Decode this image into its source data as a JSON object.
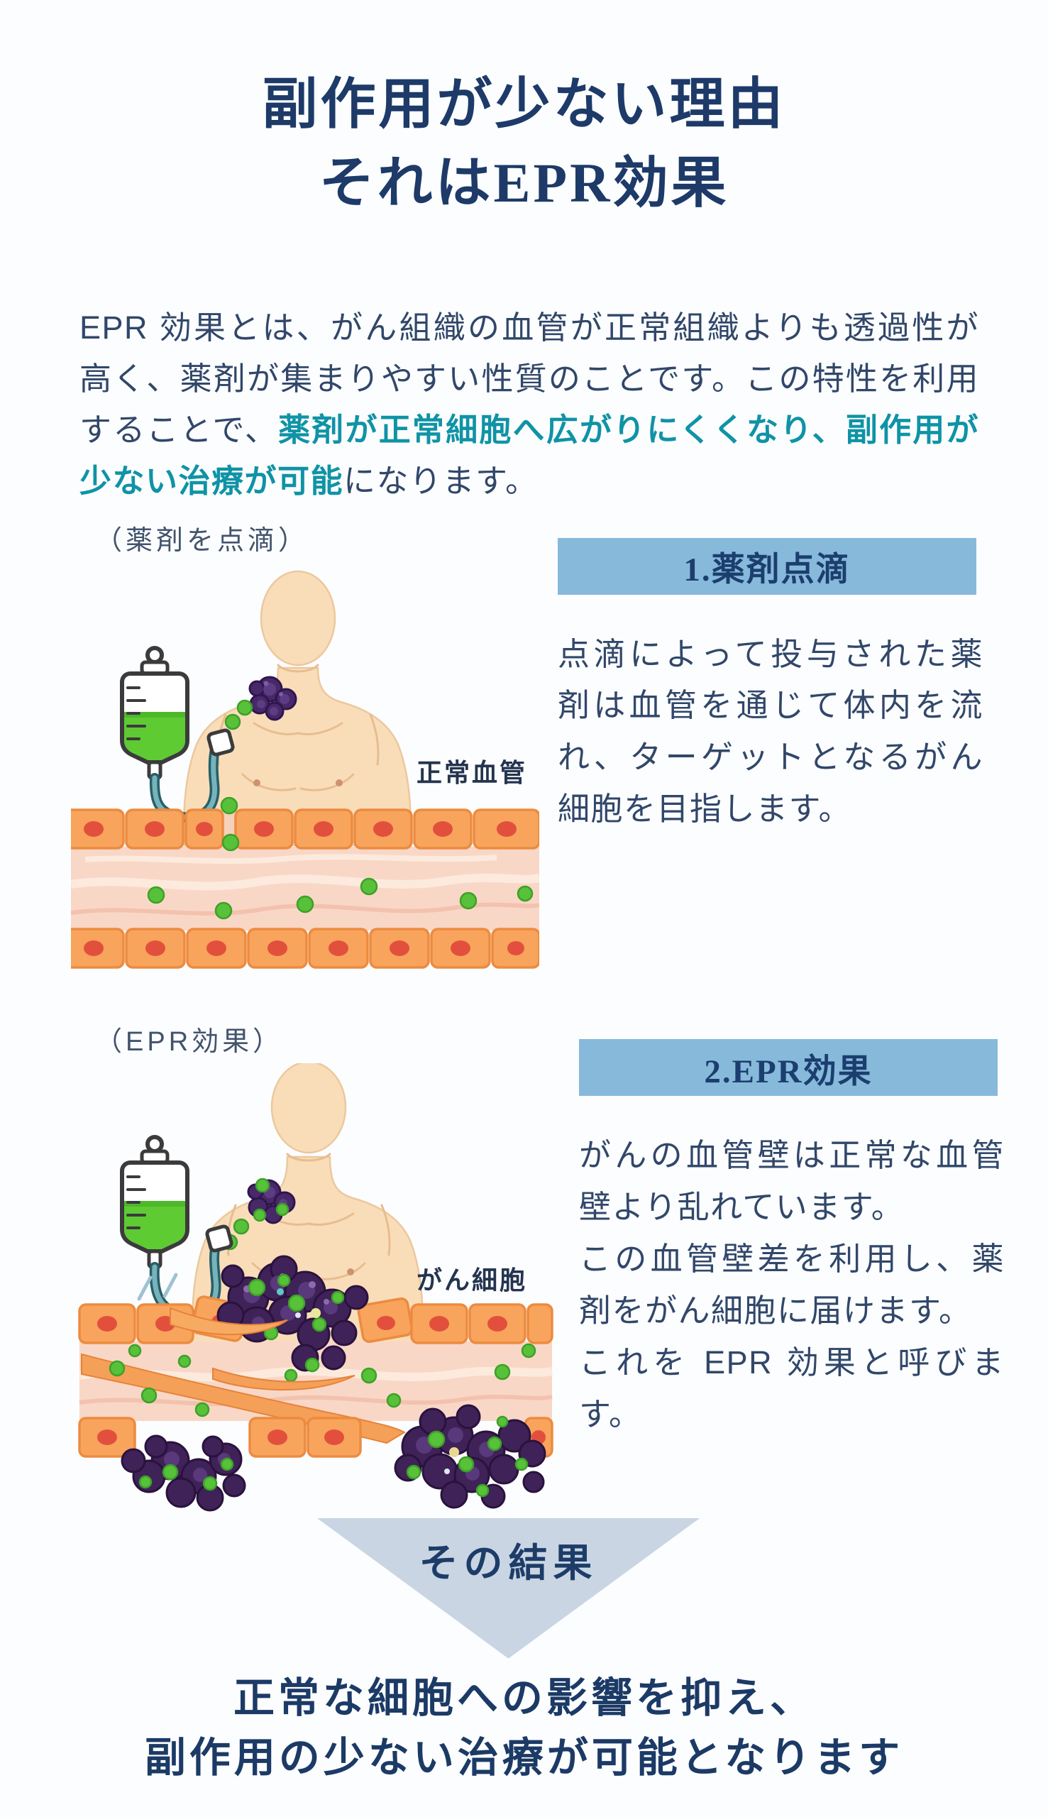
{
  "title": {
    "line1": "副作用が少ない理由",
    "line2": "それはEPR効果"
  },
  "intro": {
    "before": "EPR 効果とは、がん組織の血管が正常組織よりも透過性が高く、薬剤が集まりやすい性質のことです。この特性を利用することで、",
    "highlight": "薬剤が正常細胞へ広がりにくくなり、副作用が少ない治療が可能",
    "after": "になります。"
  },
  "sections": [
    {
      "caption": "（薬剤を点滴）",
      "header": "1.薬剤点滴",
      "body": "点滴によって投与された薬剤は血管を通じて体内を流れ、ターゲットとなるがん細胞を目指します。",
      "label": "正常血管"
    },
    {
      "caption": "（EPR効果）",
      "header": "2.EPR効果",
      "body": "がんの血管壁は正常な血管壁より乱れています。\nこの血管壁差を利用し、薬剤をがん細胞に届けます。\nこれを EPR 効果と呼びます。",
      "label": "がん細胞"
    }
  ],
  "result": {
    "arrow_label": "その結果",
    "line1": "正常な細胞への影響を抑え、",
    "line2": "副作用の少ない治療が可能となります"
  },
  "icons": {
    "iv_bag": "iv-drip-bag-icon",
    "down_arrow": "down-triangle-arrow"
  },
  "colors": {
    "navy_heading": "#1d3a68",
    "body_text": "#31476a",
    "teal_highlight": "#0f93a6",
    "header_box_blue": "#87b9db",
    "arrow_triangle": "#c9d5e3",
    "drug_green": "#57c13a",
    "tumor_purple": "#42265f",
    "vessel_cell_orange": "#f8a45c",
    "vessel_lumen_pink": "#f9d7c7",
    "skin": "#f9ddb9"
  }
}
